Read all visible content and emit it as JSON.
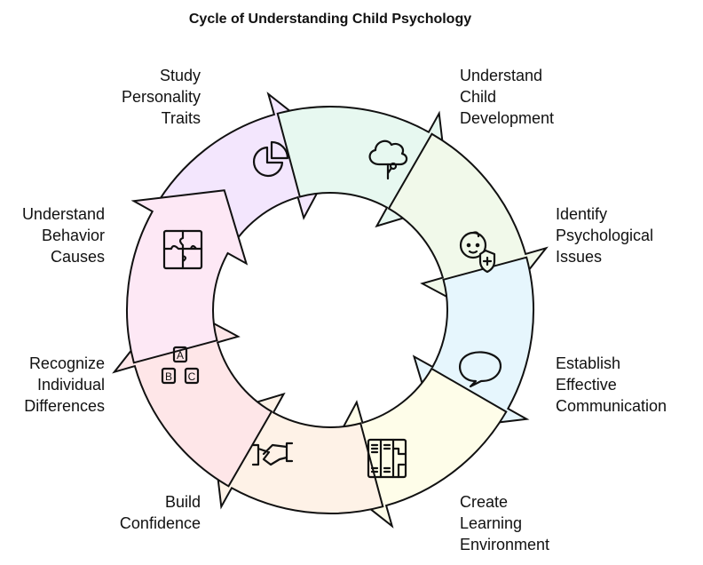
{
  "title": "Cycle of Understanding Child Psychology",
  "steps": [
    {
      "label": "Study\nPersonality\nTraits",
      "icon": "pie-chart-icon",
      "color": "#F3E6FD"
    },
    {
      "label": "Understand\nChild\nDevelopment",
      "icon": "tree-growth-icon",
      "color": "#E7F8F0"
    },
    {
      "label": "Identify\nPsychological\nIssues",
      "icon": "child-shield-icon",
      "color": "#F1F9EA"
    },
    {
      "label": "Establish\nEffective\nCommunication",
      "icon": "speech-bubble-icon",
      "color": "#E6F6FD"
    },
    {
      "label": "Create\nLearning\nEnvironment",
      "icon": "classroom-icon",
      "color": "#FEFDE9"
    },
    {
      "label": "Build\nConfidence",
      "icon": "handshake-icon",
      "color": "#FEF2E7"
    },
    {
      "label": "Recognize\nIndividual\nDifferences",
      "icon": "abc-blocks-icon",
      "color": "#FEE6E8"
    },
    {
      "label": "Understand\nBehavior\nCauses",
      "icon": "puzzle-icon",
      "color": "#FDE8F5"
    }
  ]
}
